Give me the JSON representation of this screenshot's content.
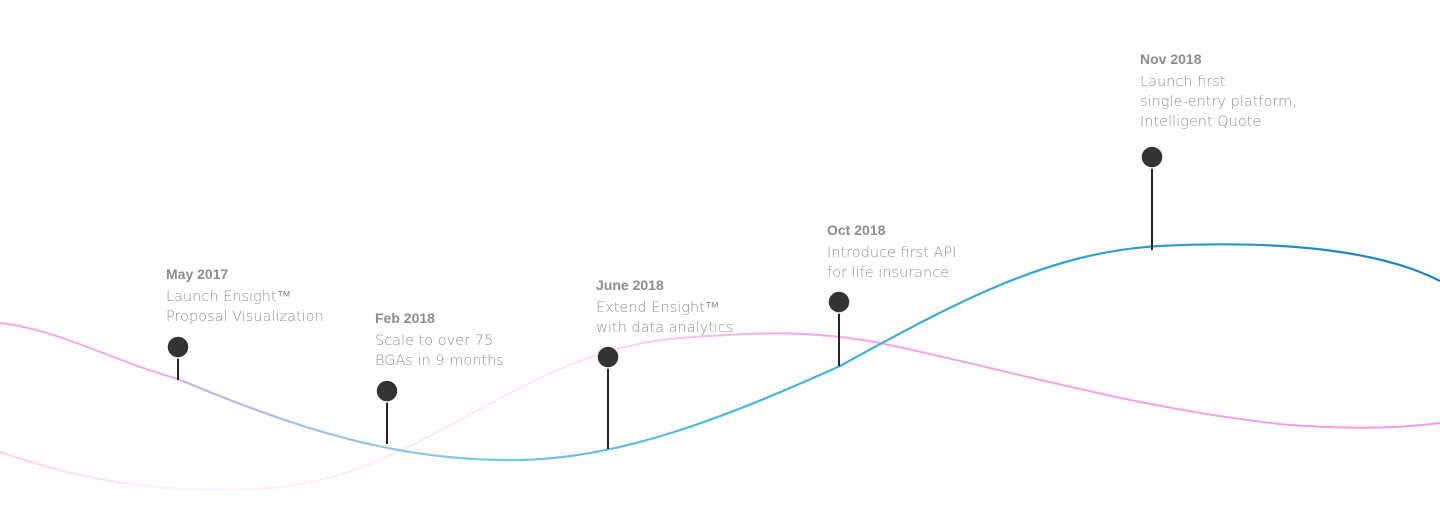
{
  "colors": {
    "pin": "#333333",
    "stem": "#222222",
    "wave_pink": "#f29ae8",
    "wave_blue_start": "#c7b8f0",
    "wave_blue_mid": "#45b9de",
    "wave_blue_end": "#1a7fc0",
    "date_text": "#8c8c8c",
    "desc_text": "#8f8f8f"
  },
  "milestones": [
    {
      "date": "May 2017",
      "lines": [
        "Launch Ensight™",
        "Proposal Visualization"
      ]
    },
    {
      "date": "Feb 2018",
      "lines": [
        "Scale to over 75",
        "BGAs in 9 months"
      ]
    },
    {
      "date": "June 2018",
      "lines": [
        "Extend Ensight™",
        "with data analytics"
      ]
    },
    {
      "date": "Oct 2018",
      "lines": [
        "Introduce first API",
        "for life insurance"
      ]
    },
    {
      "date": "Nov 2018",
      "lines": [
        "Launch first",
        "single-entry platform,",
        "Intelligent Quote"
      ]
    }
  ]
}
